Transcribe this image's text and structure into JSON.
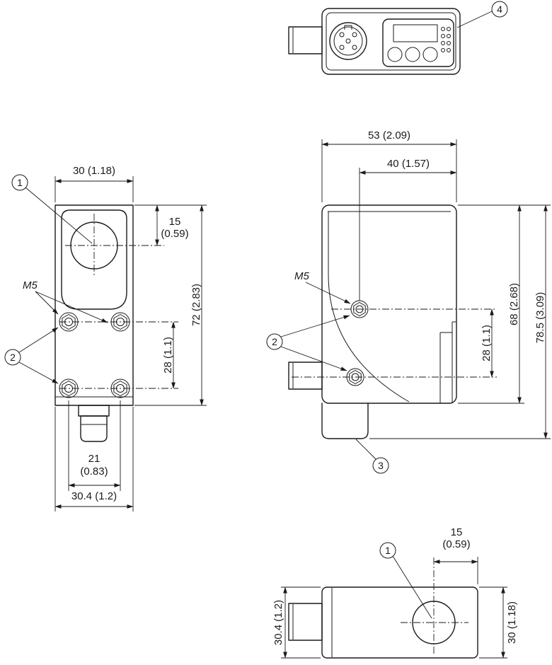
{
  "callouts": {
    "one": "1",
    "two": "2",
    "three": "3",
    "four": "4"
  },
  "front": {
    "width": "30 (1.18)",
    "lens_offset_value": "15",
    "lens_offset_inch": "(0.59)",
    "height": "72 (2.83)",
    "hole_spacing": "28 (1.1)",
    "hole_pitch_value": "21",
    "hole_pitch_inch": "(0.83)",
    "total_width": "30.4 (1.2)",
    "thread": "M5"
  },
  "side": {
    "depth": "53 (2.09)",
    "hole_offset": "40 (1.57)",
    "body_height": "68 (2.68)",
    "total_height": "78.5 (3.09)",
    "hole_spacing": "28 (1.1)",
    "thread": "M5"
  },
  "bottom": {
    "lens_offset_value": "15",
    "lens_offset_inch": "(0.59)",
    "height": "30.4 (1.2)",
    "width": "30 (1.18)"
  }
}
